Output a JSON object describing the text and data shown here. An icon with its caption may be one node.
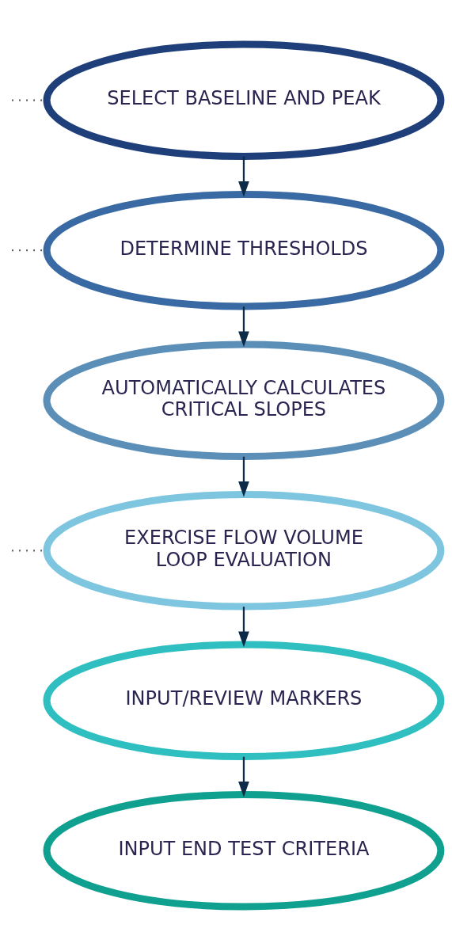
{
  "diagram": {
    "nodes": [
      {
        "text": [
          "SELECT BASELINE AND PEAK"
        ]
      },
      {
        "text": [
          "DETERMINE THRESHOLDS"
        ]
      },
      {
        "text": [
          "AUTOMATICALLY CALCULATES CRITICAL SLOPES"
        ]
      },
      {
        "text": [
          "EXERCISE FLOW VOLUME LOOP EVALUATION"
        ]
      },
      {
        "text": [
          "INPUT/REVIEW MARKERS"
        ]
      },
      {
        "text": [
          "INPUT END TEST CRITERIA"
        ]
      }
    ],
    "edges": [
      {
        "from": 0,
        "to": 1,
        "arrow": "to"
      },
      {
        "from": 1,
        "to": 2,
        "arrow": "to"
      },
      {
        "from": 2,
        "to": 3,
        "arrow": "to"
      },
      {
        "from": 3,
        "to": 4,
        "arrow": "to"
      },
      {
        "from": 4,
        "to": 5,
        "arrow": "to"
      },
      {
        "from": null,
        "to": 0,
        "arrow": "none",
        "style": "dashed",
        "color": "#333333"
      },
      {
        "from": null,
        "to": 1,
        "arrow": "none",
        "style": "dashed",
        "color": "#333333"
      },
      {
        "from": null,
        "to": 3,
        "arrow": "none",
        "style": "dashed",
        "color": "#333333"
      }
    ]
  }
}
